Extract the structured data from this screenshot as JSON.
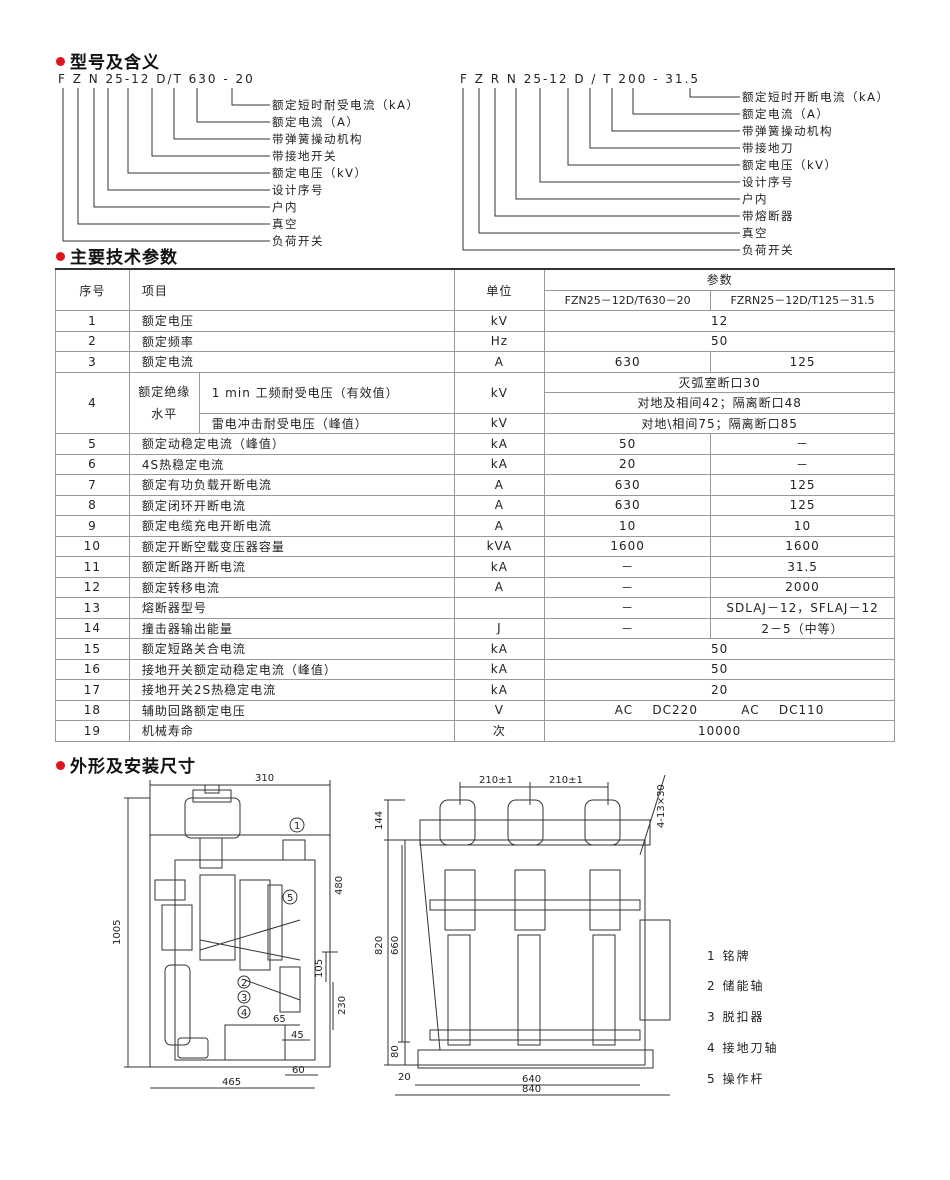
{
  "sections": {
    "model_title": "型号及含义",
    "params_title": "主要技术参数",
    "dims_title": "外形及安装尺寸"
  },
  "model_left": {
    "code": "F Z N 25-12 D/T 630 - 20",
    "labels": [
      "额定短时耐受电流（kA）",
      "额定电流（A）",
      "带弹簧操动机构",
      "带接地开关",
      "额定电压（kV）",
      "设计序号",
      "户内",
      "真空",
      "负荷开关"
    ]
  },
  "model_right": {
    "code": "F Z R N  25-12 D / T  200 - 31.5",
    "labels": [
      "额定短时开断电流（kA）",
      "额定电流（A）",
      "带弹簧操动机构",
      "带接地刀",
      "额定电压（kV）",
      "设计序号",
      "户内",
      "带熔断器",
      "真空",
      "负荷开关"
    ]
  },
  "table": {
    "headers": {
      "no": "序号",
      "item": "项目",
      "unit": "单位",
      "params": "参数",
      "col1": "FZN25－12D/T630－20",
      "col2": "FZRN25－12D/T125－31.5"
    },
    "insulation_label_a": "额定绝缘",
    "insulation_label_b": "水平",
    "rows": [
      {
        "no": "1",
        "item": "额定电压",
        "unit": "kV",
        "merged": "12"
      },
      {
        "no": "2",
        "item": "额定频率",
        "unit": "Hz",
        "merged": "50"
      },
      {
        "no": "3",
        "item": "额定电流",
        "unit": "A",
        "v1": "630",
        "v2": "125"
      },
      {
        "no": "4",
        "sub1": "1 min  工频耐受电压（有效值）",
        "unit1": "kV",
        "m1a": "灭弧室断口30",
        "m1b": "对地及相间42；隔离断口48",
        "sub2": "雷电冲击耐受电压（峰值）",
        "unit2": "kV",
        "m2": "对地\\相间75；隔离断口85"
      },
      {
        "no": "5",
        "item": "额定动稳定电流（峰值）",
        "unit": "kA",
        "v1": "50",
        "v2": "－"
      },
      {
        "no": "6",
        "item": "4S热稳定电流",
        "unit": "kA",
        "v1": "20",
        "v2": "－"
      },
      {
        "no": "7",
        "item": "额定有功负载开断电流",
        "unit": "A",
        "v1": "630",
        "v2": "125"
      },
      {
        "no": "8",
        "item": "额定闭环开断电流",
        "unit": "A",
        "v1": "630",
        "v2": "125"
      },
      {
        "no": "9",
        "item": "额定电缆充电开断电流",
        "unit": "A",
        "v1": "10",
        "v2": "10"
      },
      {
        "no": "10",
        "item": "额定开断空载变压器容量",
        "unit": "kVA",
        "v1": "1600",
        "v2": "1600"
      },
      {
        "no": "11",
        "item": "额定断路开断电流",
        "unit": "kA",
        "v1": "－",
        "v2": "31.5"
      },
      {
        "no": "12",
        "item": "额定转移电流",
        "unit": "A",
        "v1": "－",
        "v2": "2000"
      },
      {
        "no": "13",
        "item": "熔断器型号",
        "unit": "",
        "v1": "－",
        "v2": "SDLAJ－12，SFLAJ－12"
      },
      {
        "no": "14",
        "item": "撞击器输出能量",
        "unit": "J",
        "v1": "－",
        "v2": "2－5（中等）"
      },
      {
        "no": "15",
        "item": "额定短路关合电流",
        "unit": "kA",
        "merged": "50"
      },
      {
        "no": "16",
        "item": "接地开关额定动稳定电流（峰值）",
        "unit": "kA",
        "merged": "50"
      },
      {
        "no": "17",
        "item": "接地开关2S热稳定电流",
        "unit": "kA",
        "merged": "20"
      },
      {
        "no": "18",
        "item": "辅助回路额定电压",
        "unit": "V",
        "merged": "AC    DC220         AC    DC110"
      },
      {
        "no": "19",
        "item": "机械寿命",
        "unit": "次",
        "merged": "10000"
      }
    ]
  },
  "dims": {
    "left": {
      "w310": "310",
      "h1005": "1005",
      "h480": "480",
      "h105": "105",
      "h230": "230",
      "d65": "65",
      "d45": "45",
      "w465": "465",
      "w60": "60"
    },
    "right": {
      "p1": "210±1",
      "p2": "210±1",
      "hole": "4-13×30",
      "h144": "144",
      "h820": "820",
      "h660": "660",
      "h80": "80",
      "w20": "20",
      "w640": "640",
      "w840": "840"
    },
    "markers": [
      "1",
      "2",
      "3",
      "4",
      "5"
    ],
    "legend": [
      "1 铭牌",
      "2 储能轴",
      "3 脱扣器",
      "4 接地刀轴",
      "5 操作杆"
    ]
  },
  "colors": {
    "accent": "#e0121b",
    "ink": "#222222"
  }
}
